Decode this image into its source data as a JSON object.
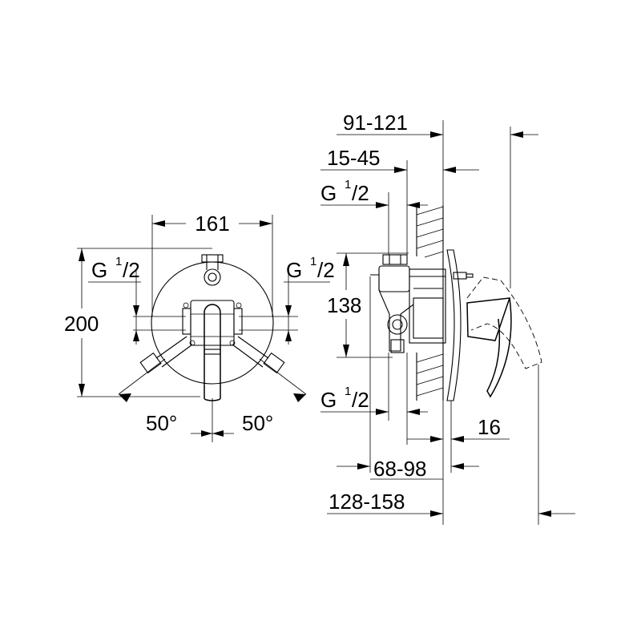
{
  "front_view": {
    "width_161": "161",
    "height_200": "200",
    "angle_left": "50°",
    "angle_right": "50°",
    "thread_left": {
      "g": "G",
      "num": "1",
      "den": "/2"
    },
    "thread_right": {
      "g": "G",
      "num": "1",
      "den": "/2"
    }
  },
  "side_view": {
    "dim_91_121": "91-121",
    "dim_15_45": "15-45",
    "dim_138": "138",
    "dim_16": "16",
    "dim_68_98": "68-98",
    "dim_128_158": "128-158",
    "thread_top": {
      "g": "G",
      "num": "1",
      "den": "/2"
    },
    "thread_bottom": {
      "g": "G",
      "num": "1",
      "den": "/2"
    }
  }
}
